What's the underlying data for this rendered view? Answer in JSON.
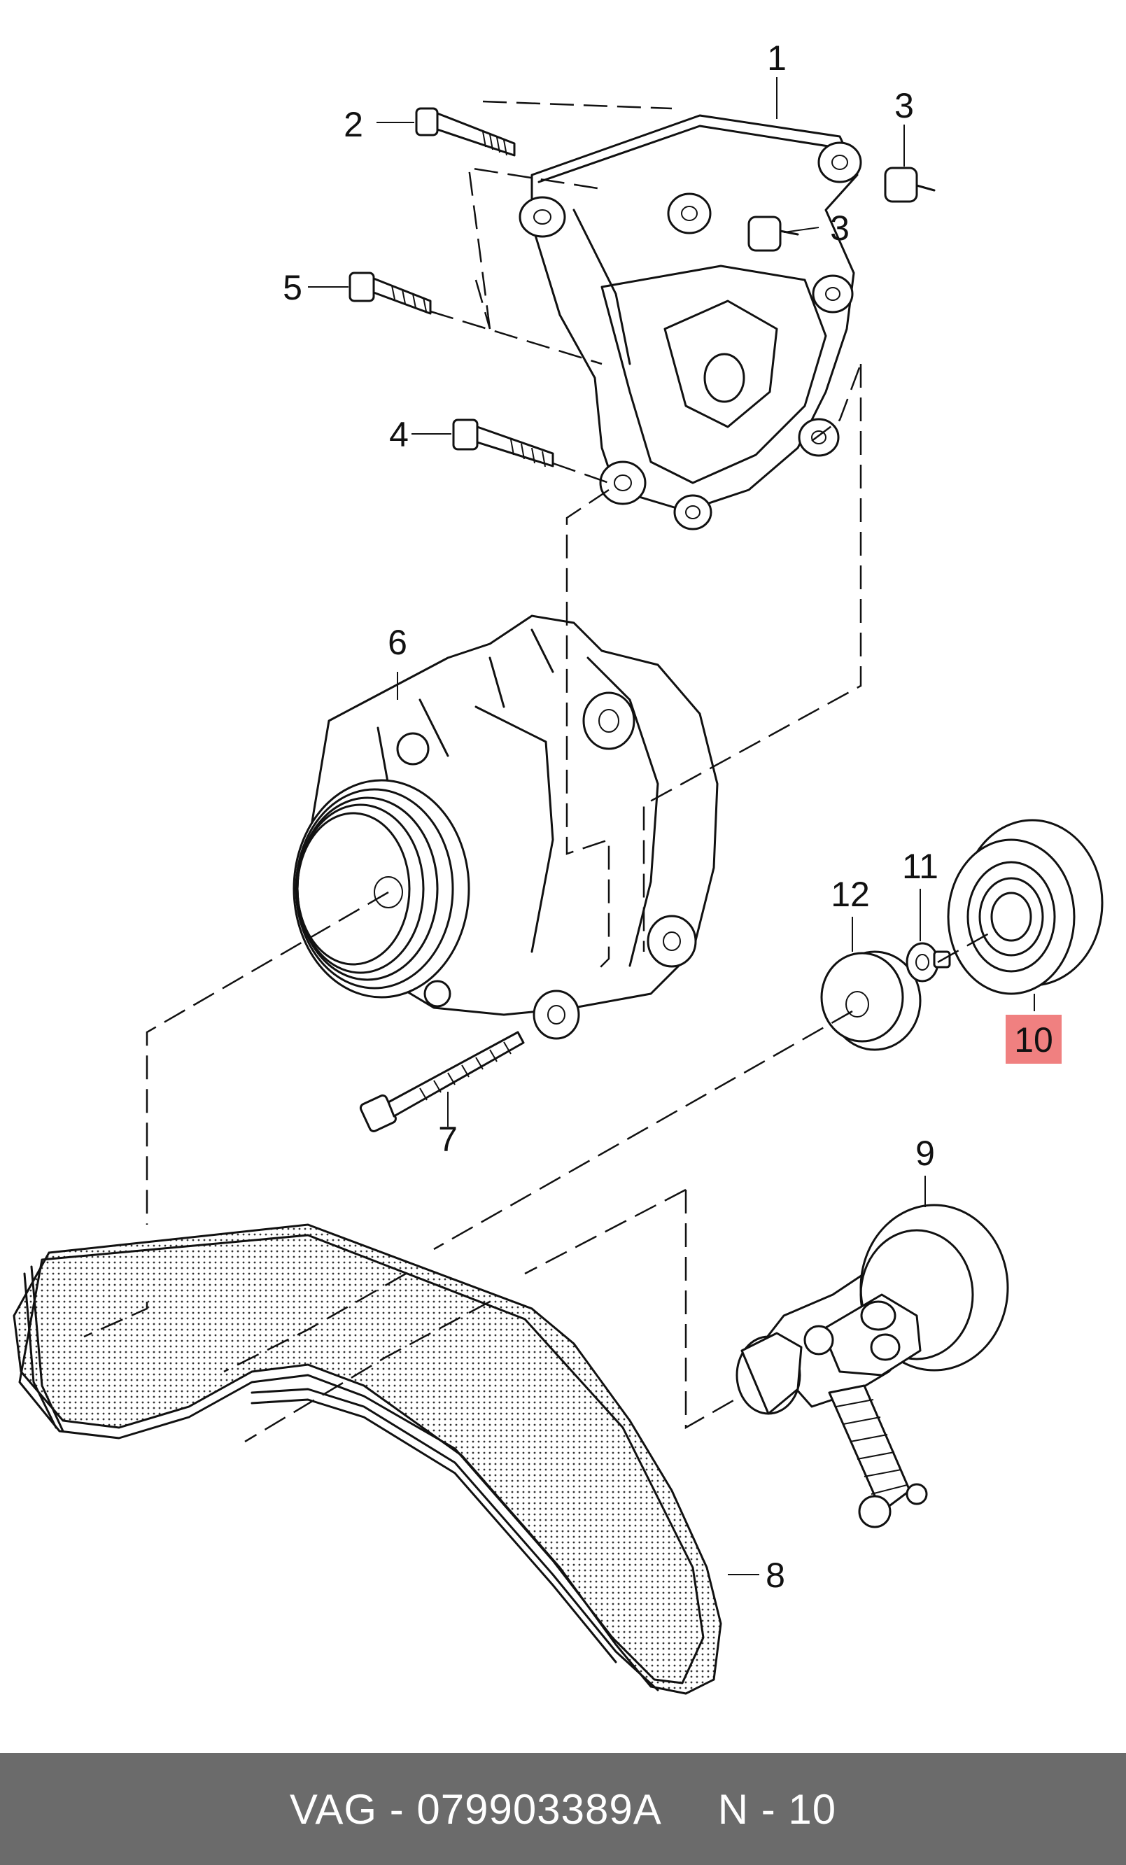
{
  "callouts": [
    {
      "id": "1",
      "text": "1"
    },
    {
      "id": "2",
      "text": "2"
    },
    {
      "id": "3a",
      "text": "3"
    },
    {
      "id": "3b",
      "text": "3"
    },
    {
      "id": "4",
      "text": "4"
    },
    {
      "id": "5",
      "text": "5"
    },
    {
      "id": "6",
      "text": "6"
    },
    {
      "id": "7",
      "text": "7"
    },
    {
      "id": "8",
      "text": "8"
    },
    {
      "id": "9",
      "text": "9"
    },
    {
      "id": "10",
      "text": "10"
    },
    {
      "id": "11",
      "text": "11"
    },
    {
      "id": "12",
      "text": "12"
    }
  ],
  "highlight": {
    "callout": "10",
    "color": "#f08080"
  },
  "footer": {
    "brand_part": "VAG - 079903389A",
    "position": "N - 10"
  },
  "colors": {
    "footer_bg": "#6b6b6b",
    "line": "#111111",
    "background": "#ffffff"
  }
}
